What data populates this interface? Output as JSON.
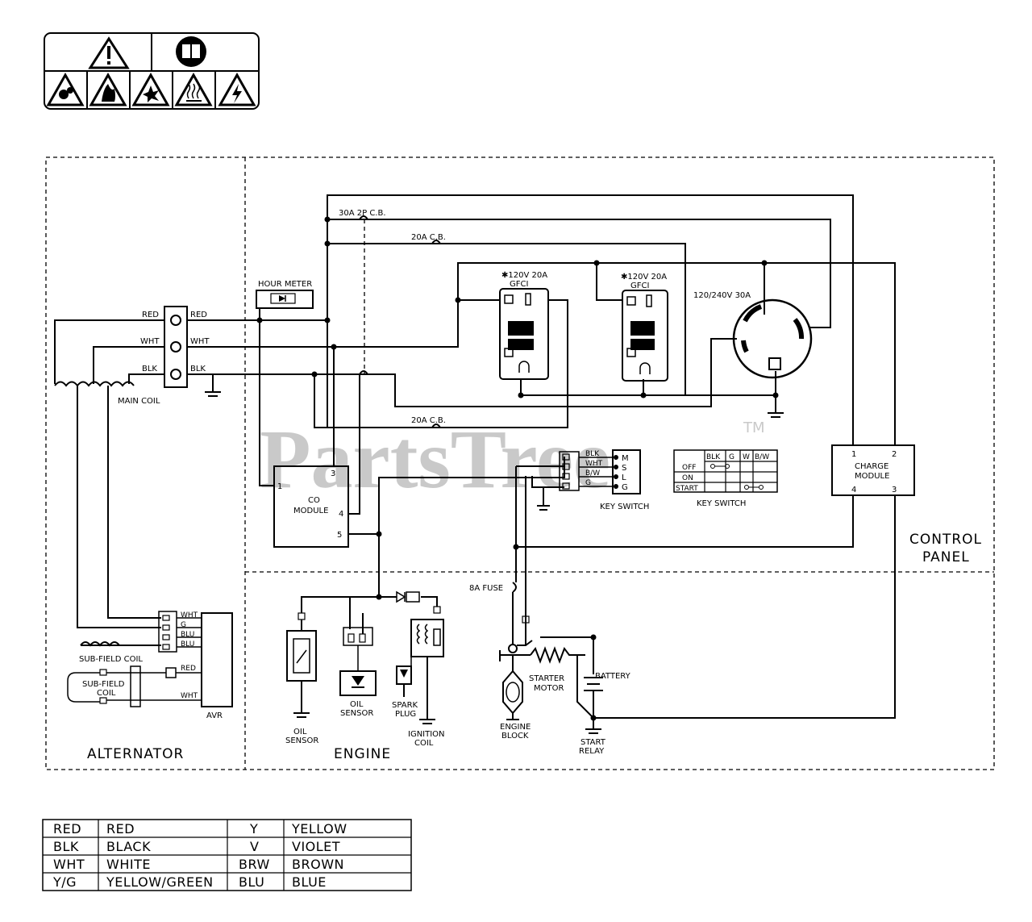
{
  "watermark": {
    "text": "PartsTree",
    "tm": "TM"
  },
  "safety_label": {
    "icons": [
      "warning-triangle-icon",
      "read-manual-icon",
      "toxic-fumes-icon",
      "fire-icon",
      "explosion-icon",
      "hot-surface-icon",
      "electric-shock-icon"
    ]
  },
  "sections": {
    "alternator": "ALTERNATOR",
    "engine": "ENGINE",
    "control_panel_1": "CONTROL",
    "control_panel_2": "PANEL"
  },
  "components": {
    "breaker_30a": "30A 2P C.B.",
    "breaker_20a_top": "20A C.B.",
    "breaker_20a_bottom": "20A C.B.",
    "hour_meter": "HOUR METER",
    "gfci1_line1": "✱120V 20A",
    "gfci1_line2": "GFCI",
    "gfci2_line1": "✱120V 20A",
    "gfci2_line2": "GFCI",
    "twistlock": "120/240V 30A",
    "main_coil": "MAIN COIL",
    "co_module_1": "CO",
    "co_module_2": "MODULE",
    "co_pins": [
      "1",
      "3",
      "4",
      "5"
    ],
    "key_switch": "KEY SWITCH",
    "key_switch_table_title": "KEY SWITCH",
    "charge_module_1": "CHARGE",
    "charge_module_2": "MODULE",
    "charge_pins": [
      "1",
      "2",
      "4",
      "3"
    ],
    "fuse": "8A FUSE",
    "sub_field_coil_1": "SUB-FIELD COIL",
    "sub_field_coil_2a": "SUB-FIELD",
    "sub_field_coil_2b": "COIL",
    "avr": "AVR",
    "oil_sensor_1a": "OIL",
    "oil_sensor_1b": "SENSOR",
    "oil_sensor_2a": "OIL",
    "oil_sensor_2b": "SENSOR",
    "spark_plug_a": "SPARK",
    "spark_plug_b": "PLUG",
    "ignition_coil_a": "IGNITION",
    "ignition_coil_b": "COIL",
    "starter_motor_a": "STARTER",
    "starter_motor_b": "MOTOR",
    "battery": "BATTERY",
    "engine_block_a": "ENGINE",
    "engine_block_b": "BLOCK",
    "start_relay_a": "START",
    "start_relay_b": "RELAY"
  },
  "wire_labels": {
    "terminal_left": [
      "RED",
      "WHT",
      "BLK"
    ],
    "terminal_right": [
      "RED",
      "WHT",
      "BLK"
    ],
    "key_wires": [
      "BLK",
      "WHT",
      "B/W",
      "G"
    ],
    "key_terms": [
      "M",
      "S",
      "L",
      "G"
    ],
    "avr_wires": [
      "WHT",
      "G",
      "BLU",
      "BLU",
      "RED",
      "WHT"
    ]
  },
  "key_switch_table": {
    "headers": [
      "BLK",
      "G",
      "W",
      "B/W"
    ],
    "rows": [
      "OFF",
      "ON",
      "START"
    ]
  },
  "legend": [
    [
      "RED",
      "RED",
      "Y",
      "YELLOW"
    ],
    [
      "BLK",
      "BLACK",
      "V",
      "VIOLET"
    ],
    [
      "WHT",
      "WHITE",
      "BRW",
      "BROWN"
    ],
    [
      "Y/G",
      "YELLOW/GREEN",
      "BLU",
      "BLUE"
    ]
  ]
}
